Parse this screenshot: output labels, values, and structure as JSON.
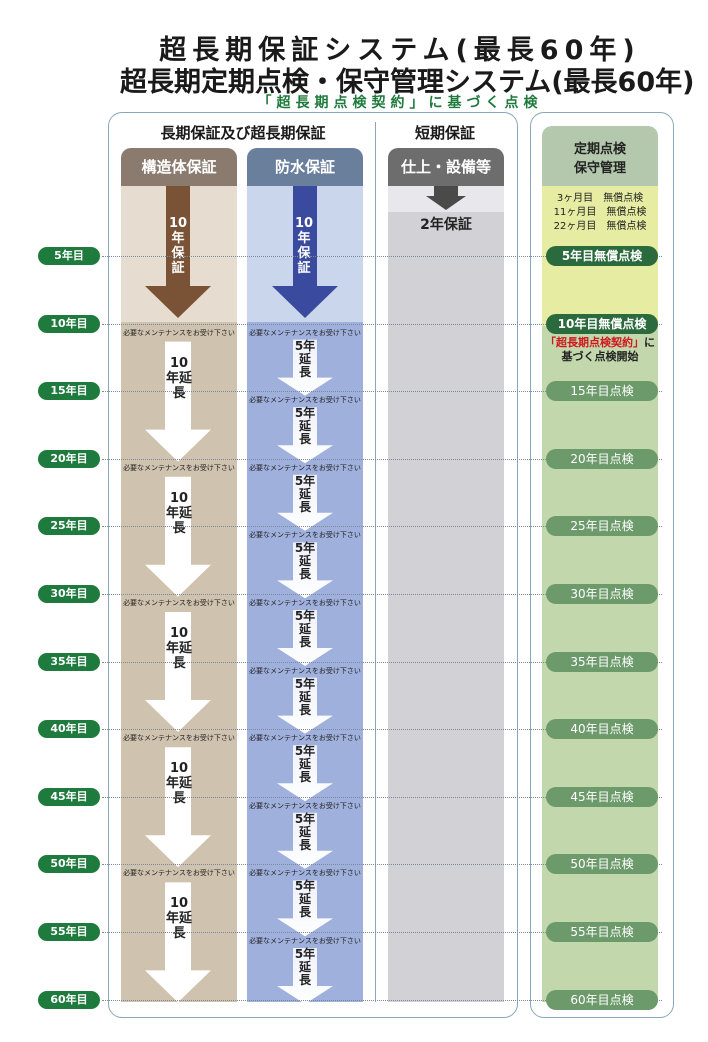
{
  "header": {
    "title1": "超長期保証システム(最長60年)",
    "title2": "超長期定期点検・保守管理システム(最長60年)",
    "subtitle": "「超長期点検契約」に基づく点検"
  },
  "panels": {
    "long_term": "長期保証及び超長期保証",
    "short_term": "短期保証",
    "inspection_title": "定期点検",
    "inspection_title2": "保守管理"
  },
  "columns": {
    "structure": "構造体保証",
    "waterproof": "防水保証",
    "finish": "仕上・設備等"
  },
  "warranty": {
    "initial_10": "10年保証",
    "ext_10": "10年延長",
    "ext_5": "5年延長",
    "short_2": "2年保証",
    "maintenance_note": "必要なメンテナンスをお受け下さい"
  },
  "early_inspections": [
    {
      "month": "3ヶ月目",
      "label": "無償点検"
    },
    {
      "month": "11ヶ月目",
      "label": "無償点検"
    },
    {
      "month": "22ヶ月目",
      "label": "無償点検"
    }
  ],
  "contract_note": {
    "highlight": "「超長期点検契約」",
    "suffix": "に",
    "line2": "基づく点検開始"
  },
  "years": [
    "5年目",
    "10年目",
    "15年目",
    "20年目",
    "25年目",
    "30年目",
    "35年目",
    "40年目",
    "45年目",
    "50年目",
    "55年目",
    "60年目"
  ],
  "inspections": [
    "5年目無償点検",
    "10年目無償点検",
    "15年目点検",
    "20年目点検",
    "25年目点検",
    "30年目点検",
    "35年目点検",
    "40年目点検",
    "45年目点検",
    "50年目点検",
    "55年目点検",
    "60年目点検"
  ],
  "colors": {
    "structure_tab": "#8a7b6e",
    "waterproof_tab": "#6a7f9c",
    "finish_tab": "#6d6d6d",
    "structure_bg": "#e6dccf",
    "structure_ext_bg": "#cfc2ae",
    "waterproof_bg": "#c9d6ec",
    "waterproof_ext_bg": "#9fb0dc",
    "finish_bg": "#d1d1d6",
    "brown_arrow": "#7a5236",
    "blue_arrow": "#3a4a9e",
    "year_label": "#1f7a3e",
    "inspection_dark": "#2b6a3c",
    "inspection_mid": "#6d9a6a",
    "inspection_yellow": "#e6eda2",
    "inspection_green": "#c2d7ac",
    "red_note": "#d0171e"
  }
}
